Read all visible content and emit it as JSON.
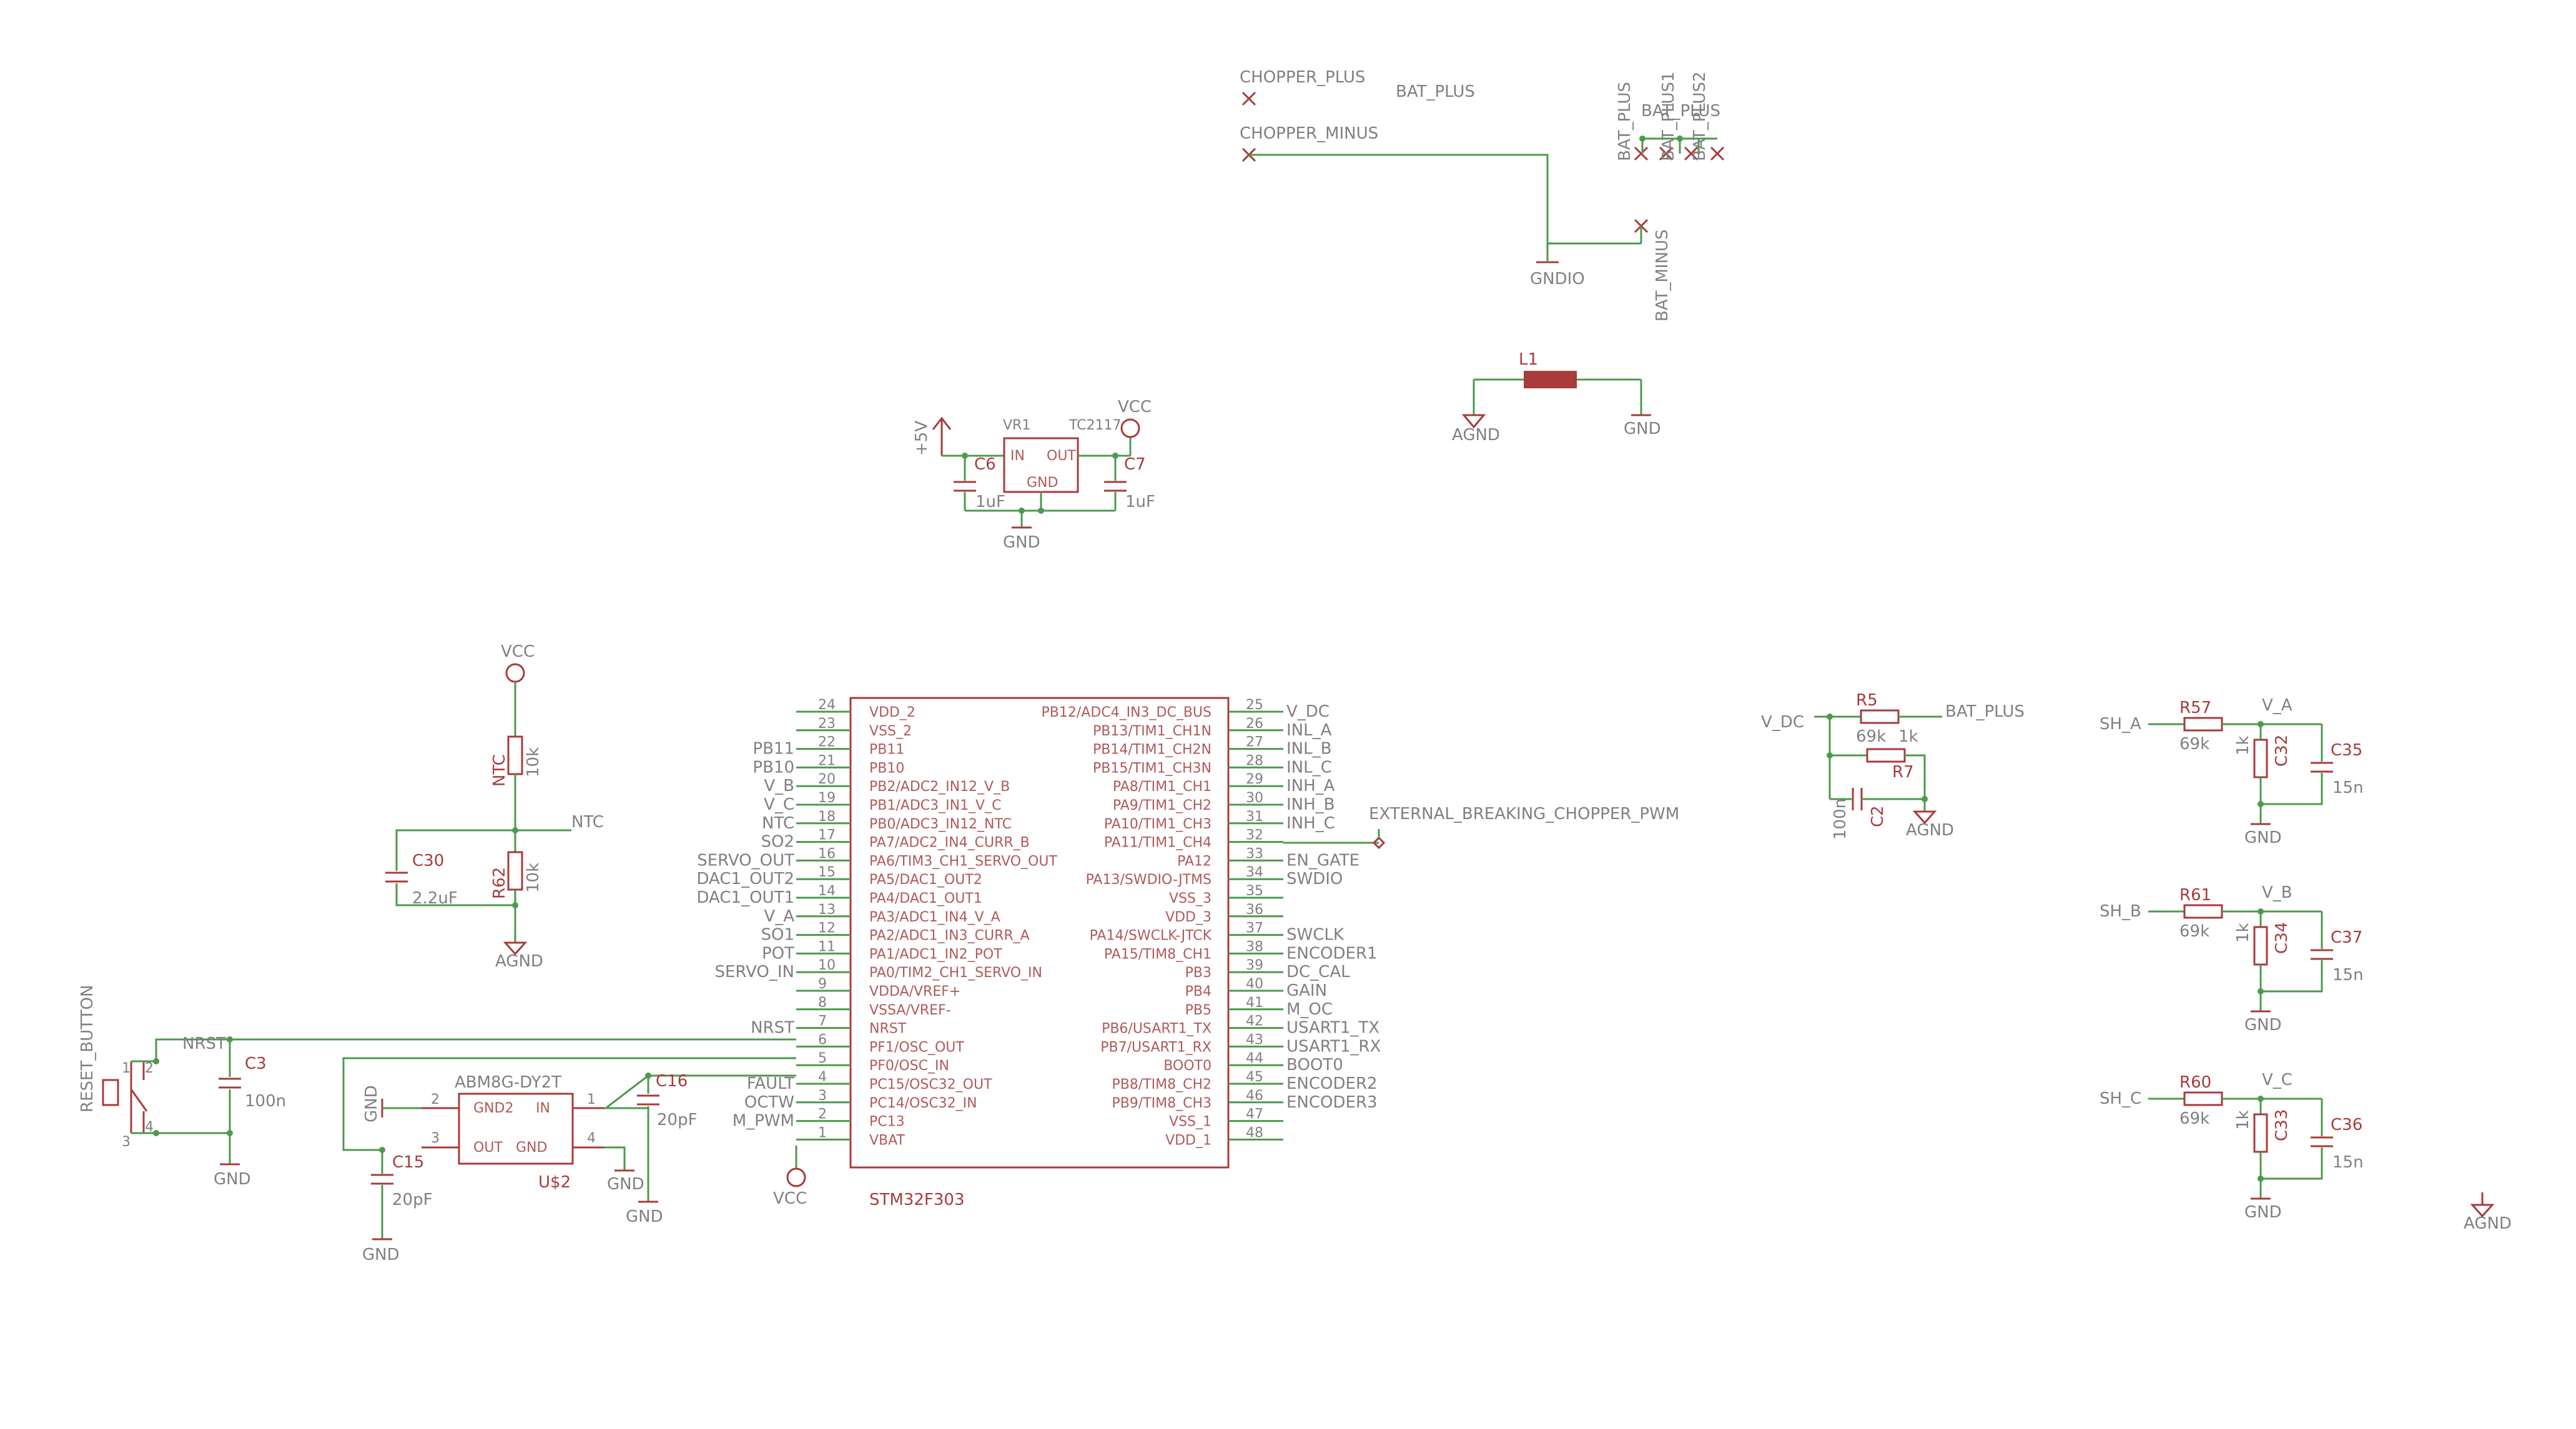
{
  "colors": {
    "symbol": "#a83b3b",
    "net": "#4c9a4c",
    "label": "#808080",
    "background": "#ffffff"
  },
  "top_connectors": {
    "chopper_plus": "CHOPPER_PLUS",
    "bat_plus": "BAT_PLUS",
    "chopper_minus": "CHOPPER_MINUS",
    "gndio": "GNDIO",
    "bat_minus": "BAT_MINUS",
    "bat_plus_a": "BAT_PLUS",
    "bat_plus_1": "BAT_PLUS1",
    "bat_plus_2": "BAT_PLUS2",
    "bat_plus_b": "BAT_PLUS"
  },
  "inductor": {
    "ref": "L1",
    "agnd": "AGND",
    "gnd": "GND"
  },
  "regulator": {
    "supply": "+5V",
    "ref": "VR1",
    "part": "TC2117",
    "in": "IN",
    "out": "OUT",
    "gnd_pin": "GND",
    "vcc": "VCC",
    "c_in_ref": "C6",
    "c_in_val": "1uF",
    "c_out_ref": "C7",
    "c_out_val": "1uF",
    "gnd": "GND"
  },
  "ntc_divider": {
    "vcc": "VCC",
    "r_top_ref": "NTC",
    "r_top_val": "10k",
    "net": "NTC",
    "r_bot_ref": "R62",
    "r_bot_val": "10k",
    "c_ref": "C30",
    "c_val": "2.2uF",
    "agnd": "AGND"
  },
  "reset": {
    "button": "RESET_BUTTON",
    "net": "NRST",
    "c_ref": "C3",
    "c_val": "100n",
    "gnd": "GND",
    "pins": [
      "1",
      "2",
      "3",
      "4"
    ]
  },
  "crystal": {
    "part": "ABM8G-DY2T",
    "ref": "U$2",
    "gnd2": "GND2",
    "in": "IN",
    "out": "OUT",
    "gnd_pin": "GND",
    "pin_gnd2": "2",
    "pin_in": "1",
    "pin_out": "3",
    "pin_gnd": "4",
    "gnd_left": "GND",
    "gnd_right": "GND",
    "c16_ref": "C16",
    "c16_val": "20pF",
    "c15_ref": "C15",
    "c15_val": "20pF",
    "gnd_c16": "GND",
    "gnd_c15": "GND"
  },
  "mcu": {
    "name": "STM32F303",
    "vcc": "VCC",
    "left_pins": [
      {
        "num": "24",
        "name": "VDD_2",
        "net": ""
      },
      {
        "num": "23",
        "name": "VSS_2",
        "net": ""
      },
      {
        "num": "22",
        "name": "PB11",
        "net": "PB11"
      },
      {
        "num": "21",
        "name": "PB10",
        "net": "PB10"
      },
      {
        "num": "20",
        "name": "PB2/ADC2_IN12_V_B",
        "net": "V_B"
      },
      {
        "num": "19",
        "name": "PB1/ADC3_IN1_V_C",
        "net": "V_C"
      },
      {
        "num": "18",
        "name": "PB0/ADC3_IN12_NTC",
        "net": "NTC"
      },
      {
        "num": "17",
        "name": "PA7/ADC2_IN4_CURR_B",
        "net": "SO2"
      },
      {
        "num": "16",
        "name": "PA6/TIM3_CH1_SERVO_OUT",
        "net": "SERVO_OUT"
      },
      {
        "num": "15",
        "name": "PA5/DAC1_OUT2",
        "net": "DAC1_OUT2"
      },
      {
        "num": "14",
        "name": "PA4/DAC1_OUT1",
        "net": "DAC1_OUT1"
      },
      {
        "num": "13",
        "name": "PA3/ADC1_IN4_V_A",
        "net": "V_A"
      },
      {
        "num": "12",
        "name": "PA2/ADC1_IN3_CURR_A",
        "net": "SO1"
      },
      {
        "num": "11",
        "name": "PA1/ADC1_IN2_POT",
        "net": "POT"
      },
      {
        "num": "10",
        "name": "PA0/TIM2_CH1_SERVO_IN",
        "net": "SERVO_IN"
      },
      {
        "num": "9",
        "name": "VDDA/VREF+",
        "net": ""
      },
      {
        "num": "8",
        "name": "VSSA/VREF-",
        "net": ""
      },
      {
        "num": "7",
        "name": "NRST",
        "net": "NRST"
      },
      {
        "num": "6",
        "name": "PF1/OSC_OUT",
        "net": ""
      },
      {
        "num": "5",
        "name": "PF0/OSC_IN",
        "net": ""
      },
      {
        "num": "4",
        "name": "PC15/OSC32_OUT",
        "net": "FAULT"
      },
      {
        "num": "3",
        "name": "PC14/OSC32_IN",
        "net": "OCTW"
      },
      {
        "num": "2",
        "name": "PC13",
        "net": "M_PWM"
      },
      {
        "num": "1",
        "name": "VBAT",
        "net": ""
      }
    ],
    "right_pins": [
      {
        "num": "25",
        "name": "PB12/ADC4_IN3_DC_BUS",
        "net": "V_DC"
      },
      {
        "num": "26",
        "name": "PB13/TIM1_CH1N",
        "net": "INL_A"
      },
      {
        "num": "27",
        "name": "PB14/TIM1_CH2N",
        "net": "INL_B"
      },
      {
        "num": "28",
        "name": "PB15/TIM1_CH3N",
        "net": "INL_C"
      },
      {
        "num": "29",
        "name": "PA8/TIM1_CH1",
        "net": "INH_A"
      },
      {
        "num": "30",
        "name": "PA9/TIM1_CH2",
        "net": "INH_B"
      },
      {
        "num": "31",
        "name": "PA10/TIM1_CH3",
        "net": "INH_C"
      },
      {
        "num": "32",
        "name": "PA11/TIM1_CH4",
        "net": ""
      },
      {
        "num": "33",
        "name": "PA12",
        "net": "EN_GATE"
      },
      {
        "num": "34",
        "name": "PA13/SWDIO-JTMS",
        "net": "SWDIO"
      },
      {
        "num": "35",
        "name": "VSS_3",
        "net": ""
      },
      {
        "num": "36",
        "name": "VDD_3",
        "net": ""
      },
      {
        "num": "37",
        "name": "PA14/SWCLK-JTCK",
        "net": "SWCLK"
      },
      {
        "num": "38",
        "name": "PA15/TIM8_CH1",
        "net": "ENCODER1"
      },
      {
        "num": "39",
        "name": "PB3",
        "net": "DC_CAL"
      },
      {
        "num": "40",
        "name": "PB4",
        "net": "GAIN"
      },
      {
        "num": "41",
        "name": "PB5",
        "net": "M_OC"
      },
      {
        "num": "42",
        "name": "PB6/USART1_TX",
        "net": "USART1_TX"
      },
      {
        "num": "43",
        "name": "PB7/USART1_RX",
        "net": "USART1_RX"
      },
      {
        "num": "44",
        "name": "BOOT0",
        "net": "BOOT0"
      },
      {
        "num": "45",
        "name": "PB8/TIM8_CH2",
        "net": "ENCODER2"
      },
      {
        "num": "46",
        "name": "PB9/TIM8_CH3",
        "net": "ENCODER3"
      },
      {
        "num": "47",
        "name": "VSS_1",
        "net": ""
      },
      {
        "num": "48",
        "name": "VDD_1",
        "net": ""
      }
    ],
    "ext_label": "EXTERNAL_BREAKING_CHOPPER_PWM"
  },
  "vdc_divider": {
    "net_in": "V_DC",
    "r5_ref": "R5",
    "r5_val": "69k",
    "bat_plus": "BAT_PLUS",
    "r7_ref": "R7",
    "r7_val": "1k",
    "c2_val": "100n",
    "c2_ref": "C2",
    "agnd": "AGND"
  },
  "phase_sense": [
    {
      "sh": "SH_A",
      "r_ref": "R57",
      "r_val": "69k",
      "v": "V_A",
      "r2_val": "1k",
      "c1_ref": "C32",
      "c2_ref": "C35",
      "c2_val": "15n",
      "gnd": "GND"
    },
    {
      "sh": "SH_B",
      "r_ref": "R61",
      "r_val": "69k",
      "v": "V_B",
      "r2_val": "1k",
      "c1_ref": "C34",
      "c2_ref": "C37",
      "c2_val": "15n",
      "gnd": "GND"
    },
    {
      "sh": "SH_C",
      "r_ref": "R60",
      "r_val": "69k",
      "v": "V_C",
      "r2_val": "1k",
      "c1_ref": "C33",
      "c2_ref": "C36",
      "c2_val": "15n",
      "gnd": "GND"
    }
  ],
  "lone_agnd": "AGND"
}
